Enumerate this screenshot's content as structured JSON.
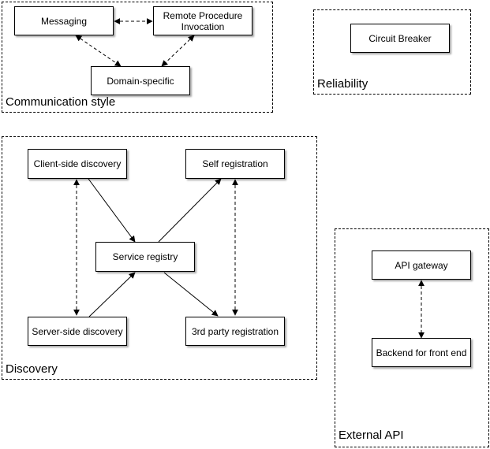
{
  "groups": {
    "communication": {
      "label": "Communication style"
    },
    "reliability": {
      "label": "Reliability"
    },
    "discovery": {
      "label": "Discovery"
    },
    "external_api": {
      "label": "External API"
    }
  },
  "nodes": {
    "messaging": "Messaging",
    "rpi": "Remote Procedure Invocation",
    "domain_specific": "Domain-specific",
    "circuit_breaker": "Circuit Breaker",
    "client_side_discovery": "Client-side discovery",
    "self_registration": "Self registration",
    "service_registry": "Service registry",
    "server_side_discovery": "Server-side discovery",
    "third_party_registration": "3rd party registration",
    "api_gateway": "API gateway",
    "backend_for_front_end": "Backend for front end"
  },
  "edges": [
    {
      "from": "messaging",
      "to": "rpi",
      "style": "dashed",
      "arrows": "both"
    },
    {
      "from": "messaging",
      "to": "domain_specific",
      "style": "dashed",
      "arrows": "both"
    },
    {
      "from": "rpi",
      "to": "domain_specific",
      "style": "dashed",
      "arrows": "both"
    },
    {
      "from": "client_side_discovery",
      "to": "service_registry",
      "style": "solid",
      "arrows": "end"
    },
    {
      "from": "service_registry",
      "to": "self_registration",
      "style": "solid",
      "arrows": "end"
    },
    {
      "from": "server_side_discovery",
      "to": "service_registry",
      "style": "solid",
      "arrows": "end"
    },
    {
      "from": "service_registry",
      "to": "third_party_registration",
      "style": "solid",
      "arrows": "end"
    },
    {
      "from": "client_side_discovery",
      "to": "server_side_discovery",
      "style": "dashed",
      "arrows": "both"
    },
    {
      "from": "self_registration",
      "to": "third_party_registration",
      "style": "dashed",
      "arrows": "both"
    },
    {
      "from": "api_gateway",
      "to": "backend_for_front_end",
      "style": "dashed",
      "arrows": "both"
    }
  ]
}
